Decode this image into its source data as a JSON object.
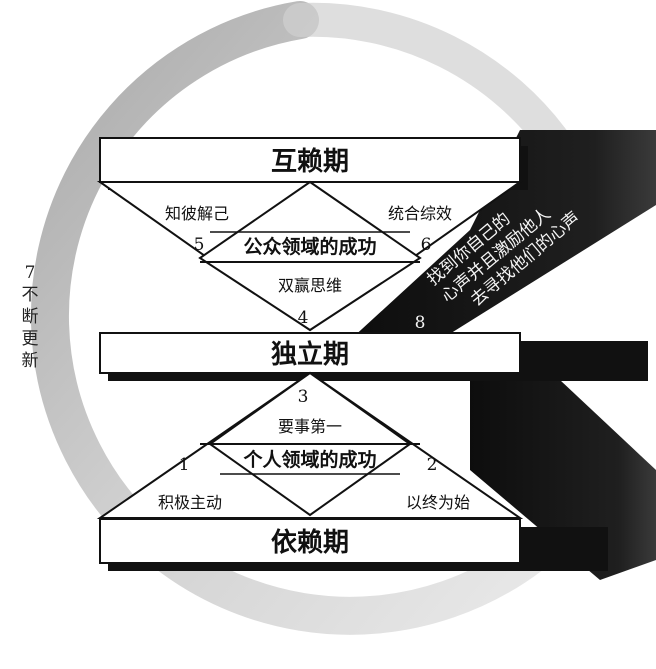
{
  "stages": {
    "interdependence": "互赖期",
    "independence": "独立期",
    "dependence": "依赖期"
  },
  "victories": {
    "public": "公众领域的成功",
    "private": "个人领域的成功"
  },
  "habits": {
    "h1": {
      "number": "1",
      "label": "积极主动"
    },
    "h2": {
      "number": "2",
      "label": "以终为始"
    },
    "h3": {
      "number": "3",
      "label": "要事第一"
    },
    "h4": {
      "number": "4",
      "label": "双赢思维"
    },
    "h5": {
      "number": "5",
      "label": "知彼解己"
    },
    "h6": {
      "number": "6",
      "label": "统合综效"
    },
    "h7": {
      "number": "7",
      "label_chars": [
        "不",
        "断",
        "更",
        "新"
      ]
    },
    "h8": {
      "number": "8",
      "label_line1": "找到你自己的",
      "label_line2": "心声并且激励他人",
      "label_line3": "去寻找他们的心声"
    }
  },
  "colors": {
    "band": "#1b1b1b",
    "arc": "#bdbdbd",
    "box_fill": "#ffffff",
    "box_shadow": "#111111"
  }
}
